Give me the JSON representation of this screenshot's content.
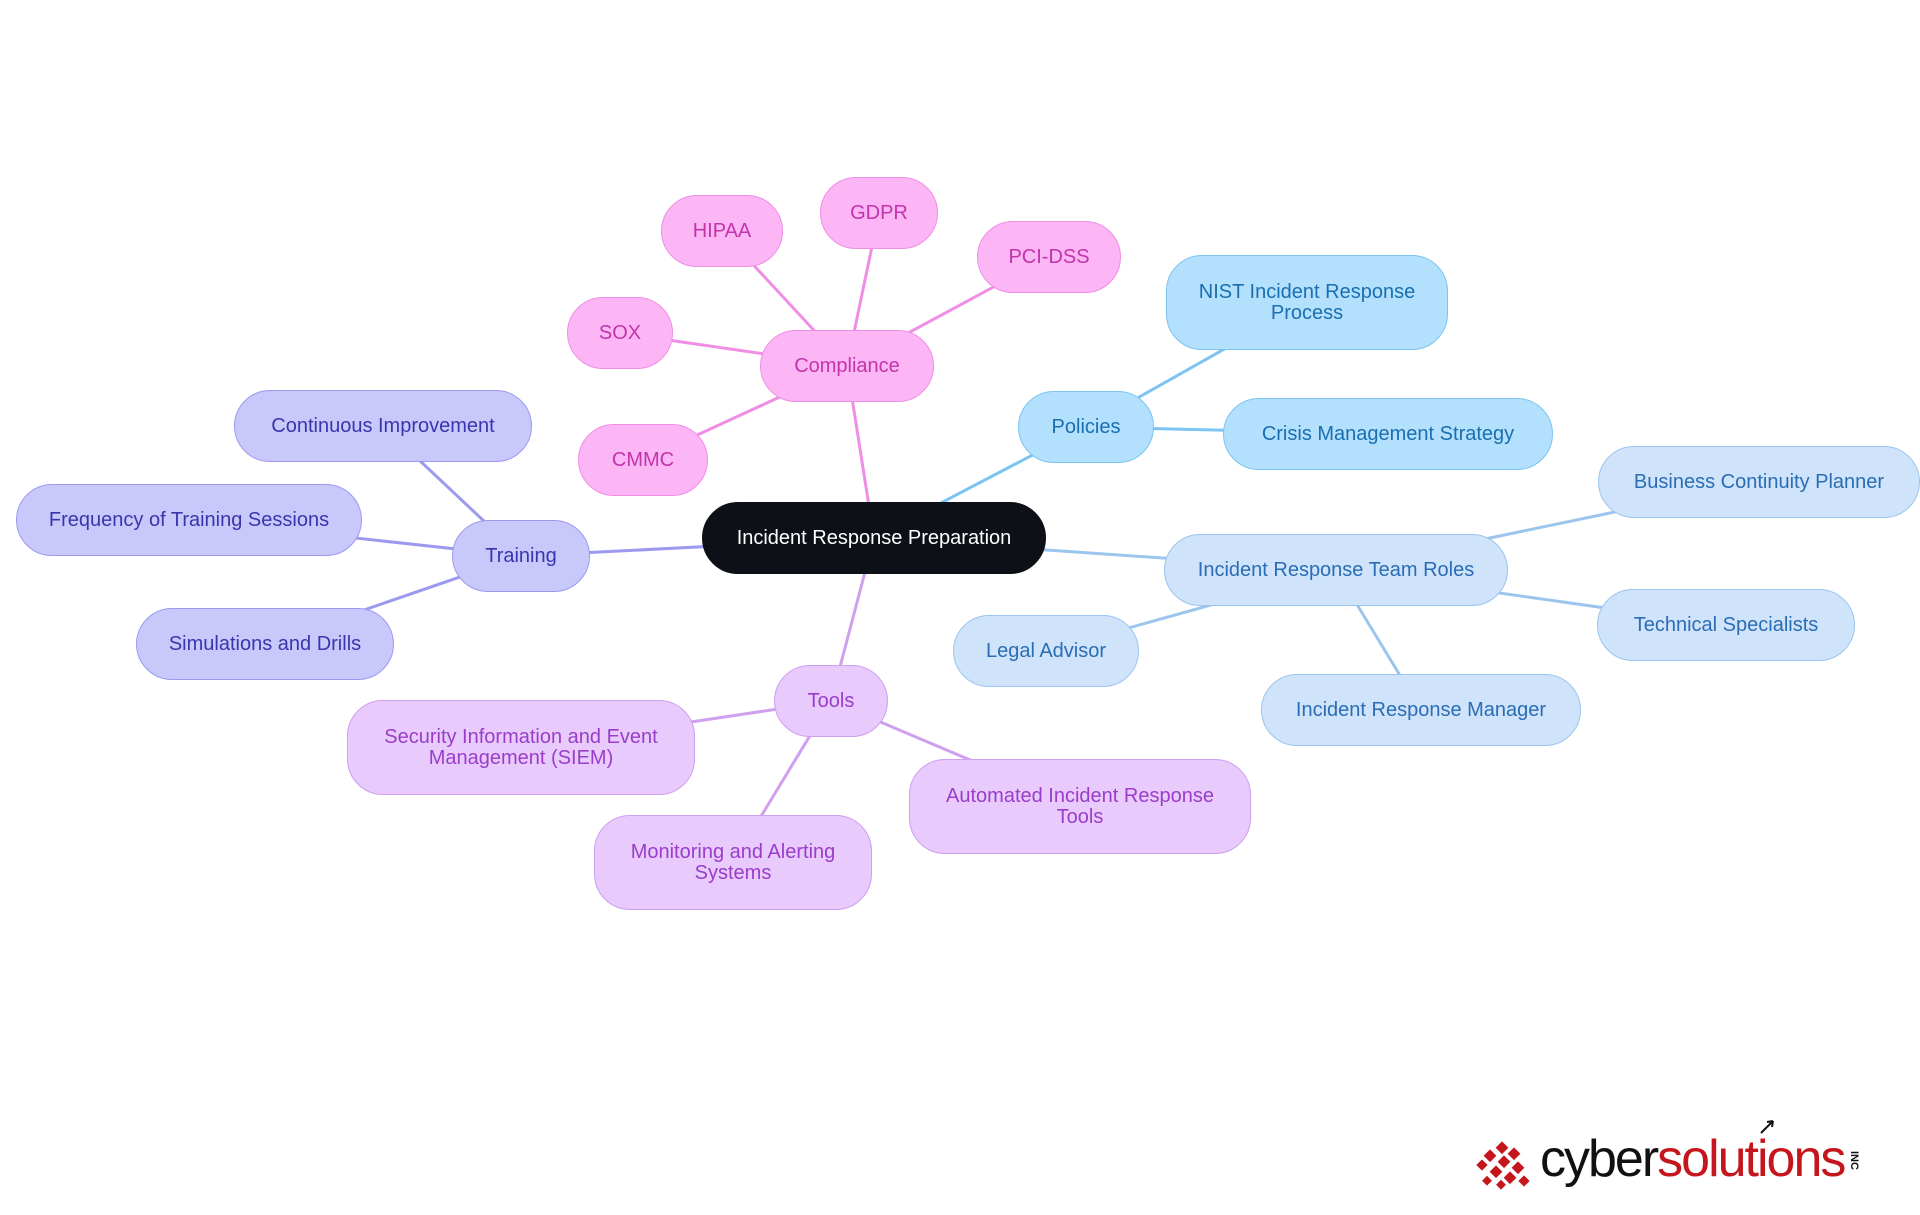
{
  "root": {
    "label": "Incident Response Preparation"
  },
  "branches": {
    "compliance": {
      "label": "Compliance",
      "children": [
        "HIPAA",
        "GDPR",
        "PCI-DSS",
        "SOX",
        "CMMC"
      ],
      "color": "#f08ee4"
    },
    "policies": {
      "label": "Policies",
      "children": [
        "NIST Incident Response Process",
        "Crisis Management Strategy"
      ],
      "color": "#7cc4f2"
    },
    "team_roles": {
      "label": "Incident Response Team Roles",
      "children": [
        "Business Continuity Planner",
        "Technical Specialists",
        "Incident Response Manager",
        "Legal Advisor"
      ],
      "color": "#9cc5ee"
    },
    "training": {
      "label": "Training",
      "children": [
        "Continuous Improvement",
        "Frequency of Training Sessions",
        "Simulations and Drills"
      ],
      "color": "#9c9aef"
    },
    "tools": {
      "label": "Tools",
      "children": [
        "Security Information and Event Management (SIEM)",
        "Monitoring and Alerting Systems",
        "Automated Incident Response Tools"
      ],
      "color": "#cf9ff0"
    }
  },
  "logo": {
    "part1": "cyber",
    "part2": "solutions",
    "suffix": "INC"
  }
}
